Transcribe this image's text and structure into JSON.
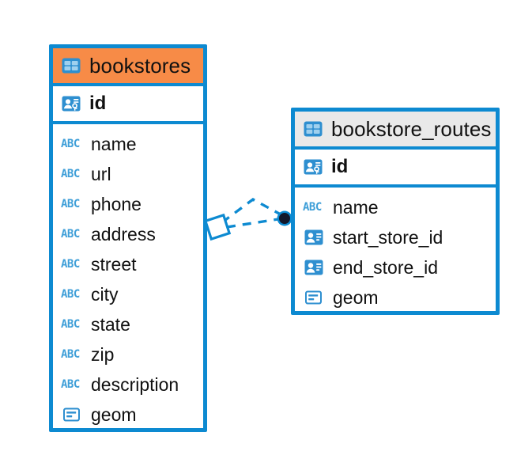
{
  "diagram": {
    "type": "entity-relationship-diagram",
    "background_color": "#ffffff",
    "accent_color": "#0d8ad1",
    "highlight_color": "#f78b47",
    "neutral_header_color": "#e9e9e9"
  },
  "entities": [
    {
      "name": "bookstores",
      "header_style": "accent",
      "table_icon": "table-icon",
      "primary_key": {
        "label": "id",
        "icon": "primary-key-icon"
      },
      "fields": [
        {
          "label": "name",
          "icon": "text-field-icon"
        },
        {
          "label": "url",
          "icon": "text-field-icon"
        },
        {
          "label": "phone",
          "icon": "text-field-icon"
        },
        {
          "label": "address",
          "icon": "text-field-icon"
        },
        {
          "label": "street",
          "icon": "text-field-icon"
        },
        {
          "label": "city",
          "icon": "text-field-icon"
        },
        {
          "label": "state",
          "icon": "text-field-icon"
        },
        {
          "label": "zip",
          "icon": "text-field-icon"
        },
        {
          "label": "description",
          "icon": "text-field-icon"
        },
        {
          "label": "geom",
          "icon": "geometry-field-icon"
        }
      ]
    },
    {
      "name": "bookstore_routes",
      "header_style": "neutral",
      "table_icon": "table-icon",
      "primary_key": {
        "label": "id",
        "icon": "primary-key-icon"
      },
      "fields": [
        {
          "label": "name",
          "icon": "text-field-icon"
        },
        {
          "label": "start_store_id",
          "icon": "foreign-key-icon"
        },
        {
          "label": "end_store_id",
          "icon": "foreign-key-icon"
        },
        {
          "label": "geom",
          "icon": "geometry-field-icon"
        }
      ]
    }
  ],
  "relationship": {
    "source_entity": "bookstores",
    "target_entity": "bookstore_routes",
    "source_endpoint_icon": "diamond-endpoint-icon",
    "target_endpoint_icon": "circle-endpoint-icon",
    "line_style": "dashed",
    "line_color": "#0d8ad1"
  },
  "icon_labels": {
    "abc": "ABC"
  }
}
